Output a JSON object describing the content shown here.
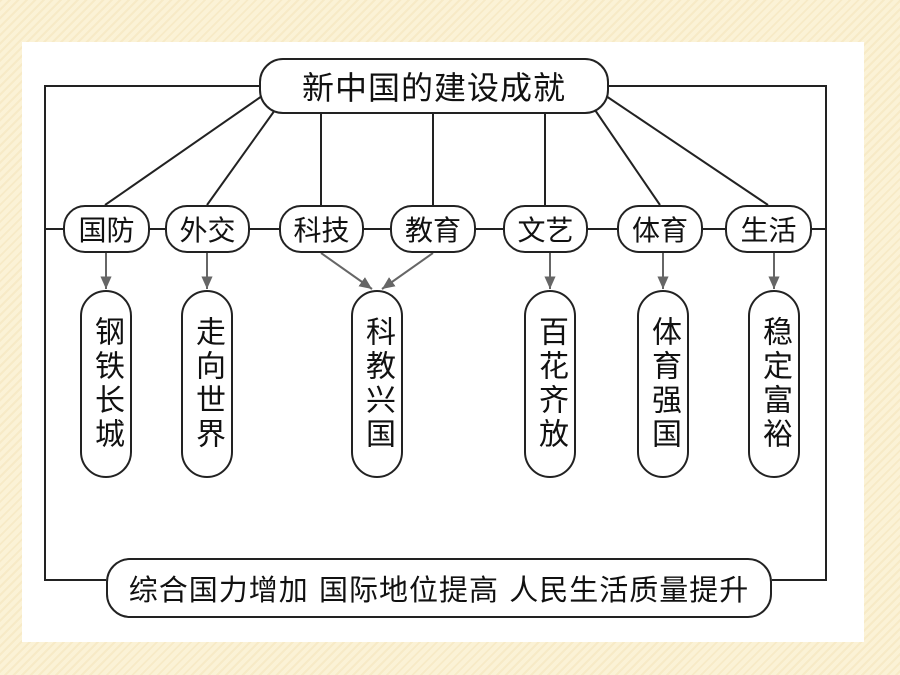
{
  "title": "新中国的建设成就",
  "categories": [
    "国防",
    "外交",
    "科技",
    "教育",
    "文艺",
    "体育",
    "生活"
  ],
  "achievements": [
    "钢铁长城",
    "走向世界",
    "科教兴国",
    "百花齐放",
    "体育强国",
    "稳定富裕"
  ],
  "summary": "综合国力增加 国际地位提高 人民生活质量提升"
}
